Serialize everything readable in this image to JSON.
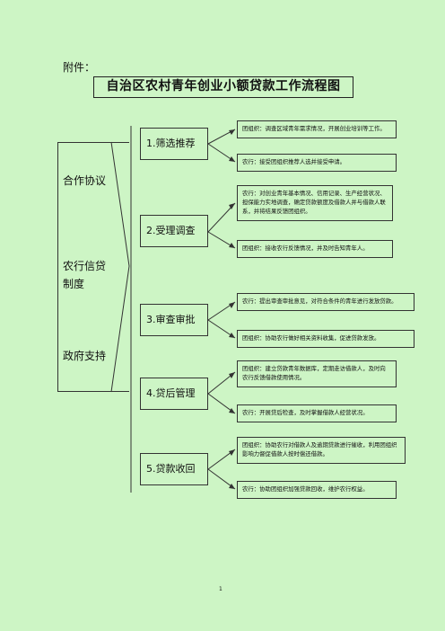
{
  "header": {
    "attachment_label": "附件：",
    "title": "自治区农村青年创业小额贷款工作流程图"
  },
  "left_panel": {
    "item1": "合作协议",
    "item2_line1": "农行信贷",
    "item2_line2": "制度",
    "item3": "政府支持"
  },
  "steps": [
    {
      "label": "1.筛选推荐",
      "note_top": "团组织：调查区域青年需求情况，开展创业培训等工作。",
      "note_bottom": "农行：接受团组织推荐人选并接受申请。"
    },
    {
      "label": "2.受理调查",
      "note_top": "农行：对创业青年基本情况、信用记录、生产经营状况、担保能力实地调查，确定贷款额度及借款人并与借款人联系，并将结果反馈团组织。",
      "note_bottom": "团组织：接收农行反馈情况，并及时告知青年人。"
    },
    {
      "label": "3.审查审批",
      "note_top": "农行：提出审查审批意见，对符合条件的青年进行发放贷款。",
      "note_bottom": "团组织：协助农行做好相关资料收集，促进贷款发放。"
    },
    {
      "label": "4.贷后管理",
      "note_top": "团组织：建立贷款青年数据库，定期走访借款人，及时向农行反馈借款使用情况。",
      "note_bottom": "农行：开展贷后检查，及时掌握借款人经营状况。"
    },
    {
      "label": "5.贷款收回",
      "note_top": "团组织：协助农行对借款人及逾期贷款进行催收，利用团组织影响力督促借款人按时偿还借款。",
      "note_bottom": "农行：协助团组织加强贷款回收，维护农行权益。"
    }
  ],
  "footer": {
    "page_number": "1"
  }
}
